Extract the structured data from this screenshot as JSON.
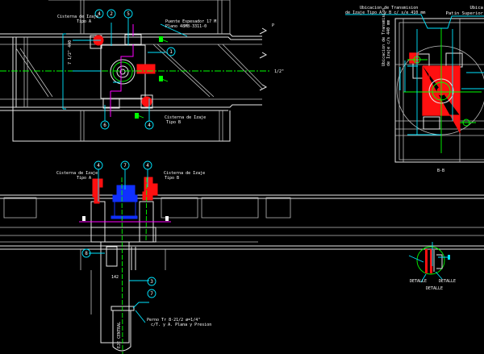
{
  "plan_view": {
    "labels": {
      "cisterna_a": "Cisterna de Izaje",
      "tipo_a": "Tipo A",
      "cisterna_b": "Cisterna de Izaje",
      "tipo_b": "Tipo B",
      "puente": "Puente Espesador 17 M",
      "plano": "Plano 48MB-3311-0",
      "dim_left": "7 1/2\" 440",
      "axis": "1/2\"",
      "ref_right": "P"
    },
    "bubbles": [
      "4",
      "2",
      "5",
      "1",
      "6",
      "4"
    ]
  },
  "section_view": {
    "labels": {
      "title1": "Ubicacion de Transmision",
      "title2": "de Izaje Tipo A y B c/ s/e 410 mm",
      "side1": "Ubicacion de Transmision",
      "side2": "de Izaje c/s 440 mm",
      "right_title": "Ubica",
      "right_sub": "Patin Superior",
      "section_name": "B-B"
    }
  },
  "elevation_view": {
    "labels": {
      "cisterna_a": "Cisterna de Izaje",
      "tipo_a": "Tipo A",
      "cisterna_b": "Cisterna de Izaje",
      "tipo_b": "Tipo B",
      "perno1": "Perno Tr 8-21/2 ø=1/4\"",
      "perno2": "c/T. y A. Plana y Presion",
      "eje": "EJE CENTRAL",
      "dim": "142"
    },
    "bubbles": [
      "4",
      "7",
      "4",
      "8",
      "3",
      "7"
    ]
  },
  "detail_view": {
    "labels": {
      "note_left": "DETALLE",
      "note_right": "DETALLE",
      "caption": "DETALLE"
    }
  },
  "colors": {
    "background": "#000000",
    "lines": "#e8e8e8",
    "dimension": "#00e5ff",
    "center": "#00ff00",
    "hoist": "#ff1010",
    "drive": "#1030ff",
    "cable": "#ff00ff"
  }
}
